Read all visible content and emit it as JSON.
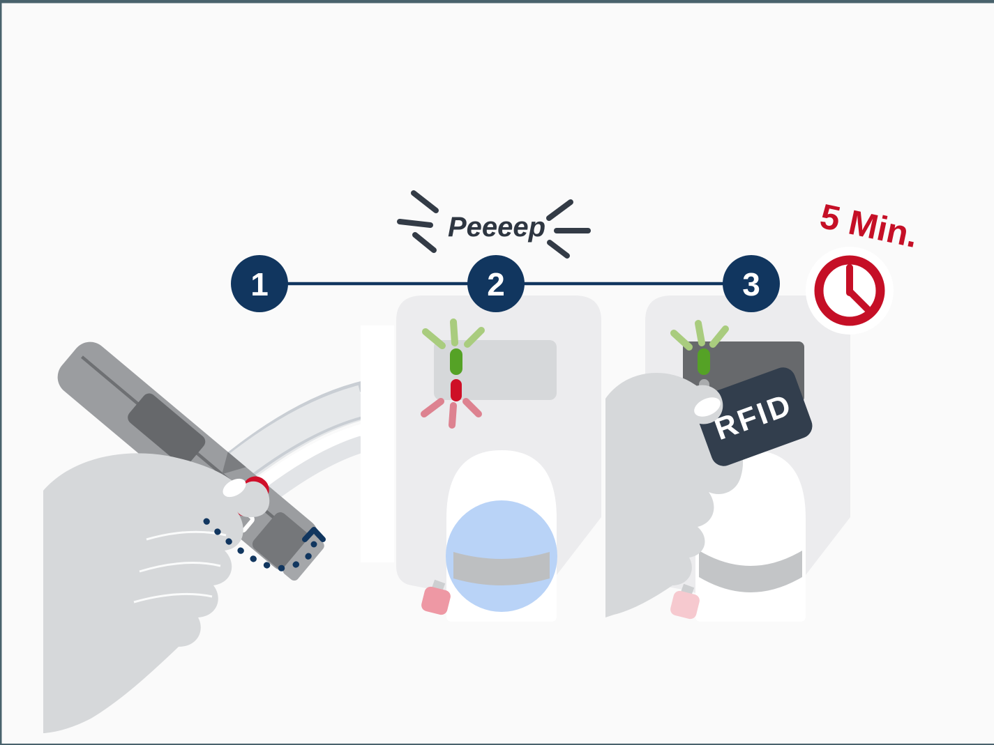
{
  "illustration": {
    "title_hint": "three-step RFID lock instruction",
    "steps": [
      {
        "number": "1",
        "description": "press-red-lever-on-handle"
      },
      {
        "number": "2",
        "description": "beep-and-leds-blink",
        "leds": [
          "green-blinking",
          "red-blinking"
        ]
      },
      {
        "number": "3",
        "description": "hold-rfid-card-to-reader",
        "leds": [
          "green-on",
          "gray-off"
        ]
      }
    ],
    "sound_label": "Peeeep",
    "duration_label": "5 Min.",
    "card_label": "RFID"
  },
  "icons": [
    "sound-burst-left-icon",
    "sound-burst-right-icon",
    "clock-icon",
    "dotted-arc-arrow-icon",
    "chevron-up-icon"
  ],
  "colors": {
    "background": "#fafafa",
    "frame": "#49626c",
    "navy": "#11365f",
    "dark_slate": "#323c47",
    "red": "#c50f26",
    "green_led": "#55a226",
    "green_rays": "#a9cc7e",
    "pink_rays": "#dd8290",
    "gray_led_off": "#aaacae",
    "device_body": "#ececee",
    "panel_light": "#d6d8da",
    "panel_dark": "#67696c",
    "hand": "#d6d8da",
    "ball_blue": "#b9d3f7",
    "tag_pink": "#ee98a4",
    "tag_pink_light": "#f6c9cf",
    "card": "#323e4d"
  }
}
